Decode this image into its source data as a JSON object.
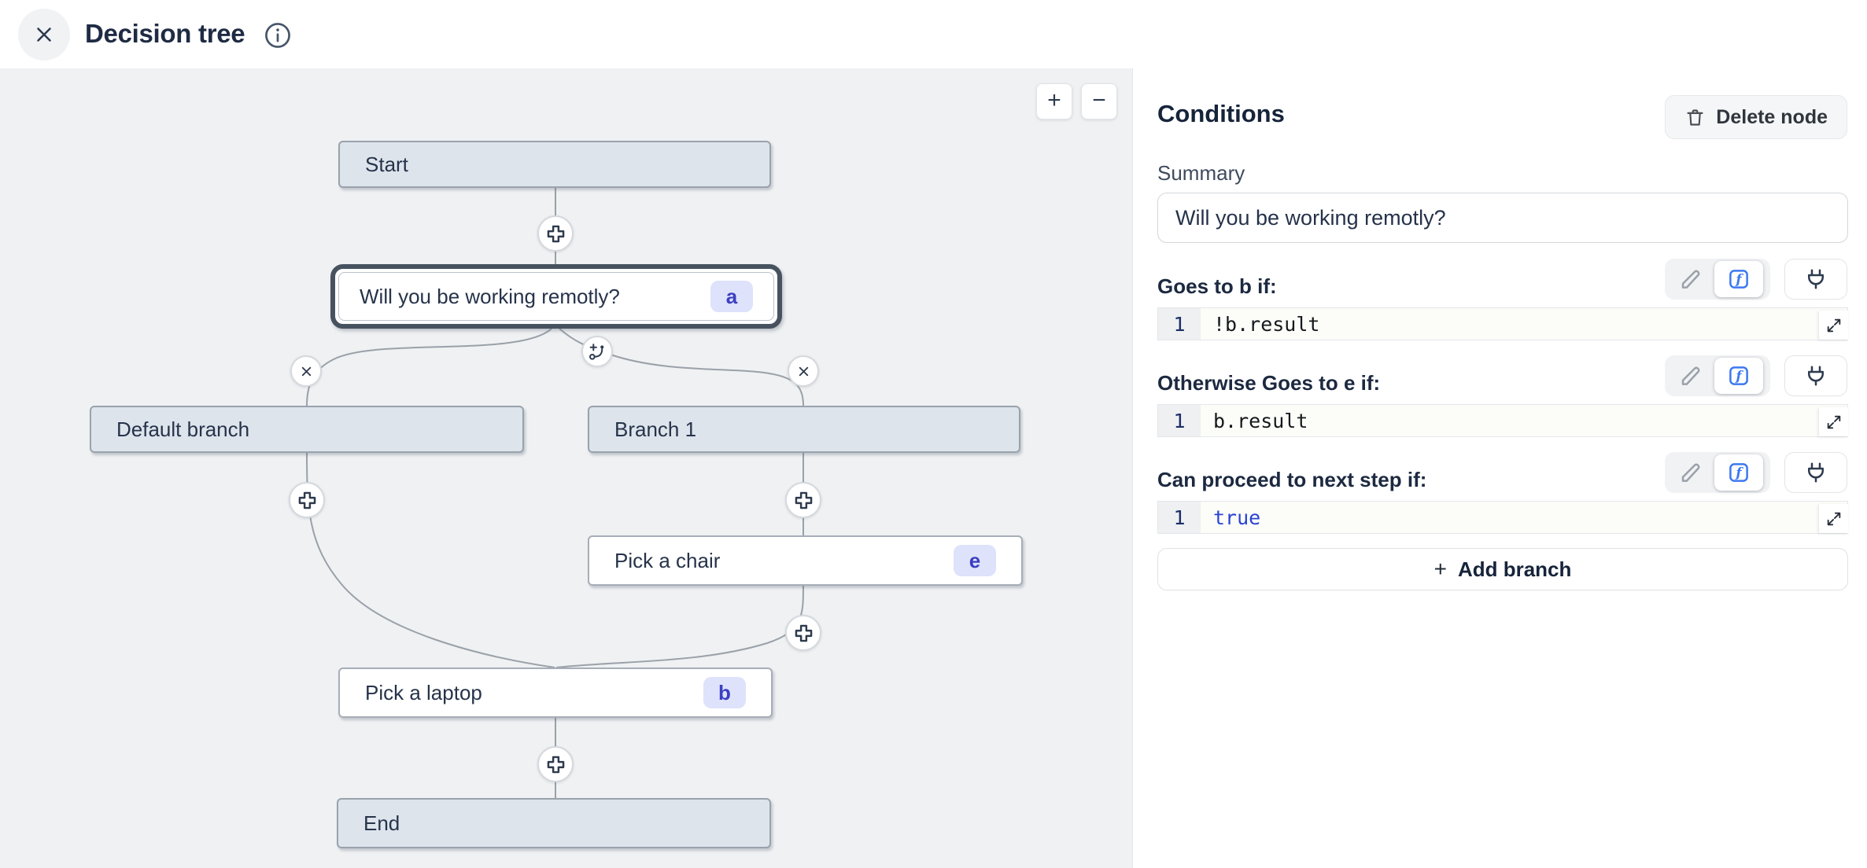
{
  "header": {
    "title": "Decision tree"
  },
  "canvas": {
    "zoom_in": "+",
    "zoom_out": "−",
    "nodes": {
      "start": {
        "label": "Start"
      },
      "question": {
        "label": "Will you be working remotly?",
        "badge": "a"
      },
      "default_branch": {
        "label": "Default branch"
      },
      "branch1": {
        "label": "Branch 1"
      },
      "chair": {
        "label": "Pick a chair",
        "badge": "e"
      },
      "laptop": {
        "label": "Pick a laptop",
        "badge": "b"
      },
      "end": {
        "label": "End"
      }
    }
  },
  "panel": {
    "title": "Conditions",
    "delete_button_label": "Delete node",
    "summary_label": "Summary",
    "summary_value": "Will you be working remotly?",
    "sections": [
      {
        "label": "Goes to b if:",
        "line_number": "1",
        "code": "!b.result"
      },
      {
        "label": "Otherwise Goes to e if:",
        "line_number": "1",
        "code": "b.result"
      },
      {
        "label": "Can proceed to next step if:",
        "line_number": "1",
        "code": "true"
      }
    ],
    "add_branch_plus": "+",
    "add_branch_label": "Add branch"
  },
  "colors": {
    "accent_blue": "#3c78f0",
    "keyword_blue": "#2843d6",
    "badge_bg": "#dee2fb",
    "badge_text": "#3b3fc0",
    "node_fill": "#dde4ec",
    "selected_node_border": "#47525f",
    "canvas_bg": "#eff1f3"
  }
}
